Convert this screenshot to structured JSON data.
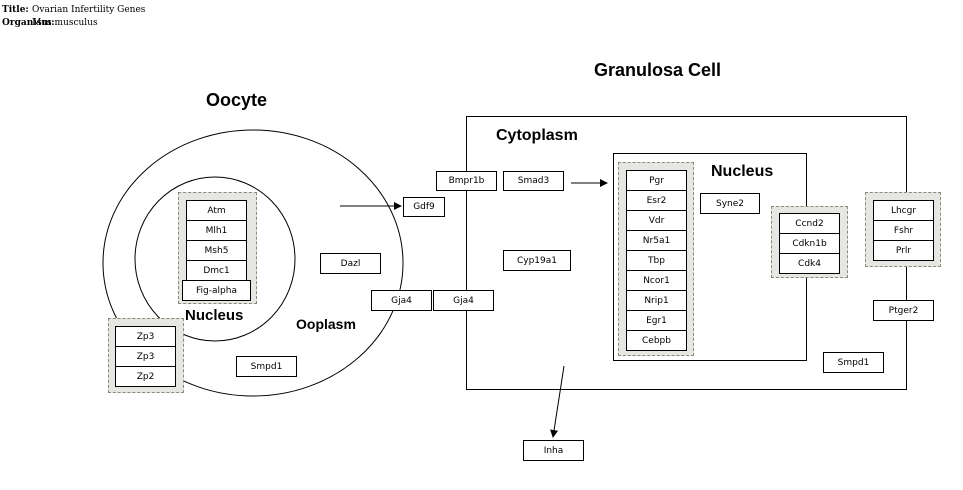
{
  "header": {
    "title_label": "Title:",
    "title": "Ovarian Infertility Genes",
    "organism_label": "Organism:",
    "organism": "Mus musculus"
  },
  "labels": {
    "oocyte": "Oocyte",
    "oocyte_nucleus": "Nucleus",
    "ooplasm": "Ooplasm",
    "granulosa_cell": "Granulosa Cell",
    "cytoplasm": "Cytoplasm",
    "granulosa_nucleus": "Nucleus"
  },
  "genes": {
    "oocyte_nucleus_group": [
      "Atm",
      "Mlh1",
      "Msh5",
      "Dmc1",
      "Fig-alpha"
    ],
    "zona_group": [
      "Zp3",
      "Zp3",
      "Zp2"
    ],
    "dazl": "Dazl",
    "smpd1_oocyte": "Smpd1",
    "gdf9": "Gdf9",
    "gja4_left": "Gja4",
    "gja4_right": "Gja4",
    "bmpr1b": "Bmpr1b",
    "smad3": "Smad3",
    "cyp19a1": "Cyp19a1",
    "granulosa_nucleus_group": [
      "Pgr",
      "Esr2",
      "Vdr",
      "Nr5a1",
      "Tbp",
      "Ncor1",
      "Nrip1",
      "Egr1",
      "Cebpb"
    ],
    "syne2": "Syne2",
    "cell_cycle_group": [
      "Ccnd2",
      "Cdkn1b",
      "Cdk4"
    ],
    "receptor_group": [
      "Lhcgr",
      "Fshr",
      "Prlr"
    ],
    "ptger2": "Ptger2",
    "smpd1_granulosa": "Smpd1",
    "inha": "Inha"
  }
}
